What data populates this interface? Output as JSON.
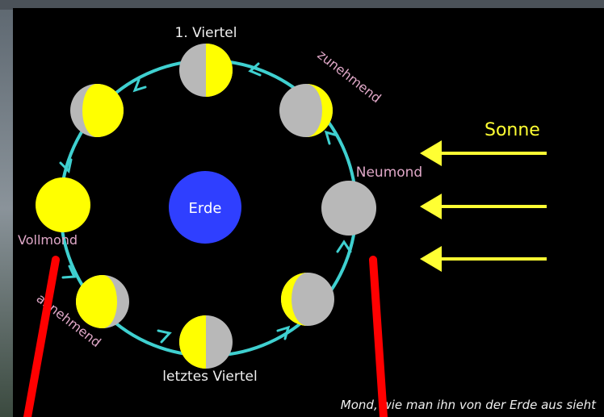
{
  "labels": {
    "first_quarter": "1. Viertel",
    "waxing": "zunehmend",
    "new_moon": "Neumond",
    "full_moon": "Vollmond",
    "waning": "abnehmend",
    "last_quarter": "letztes Viertel",
    "earth": "Erde",
    "sun": "Sonne",
    "caption": "Mond, wie man ihn von der Erde aus sieht"
  },
  "colors": {
    "background": "#000000",
    "orbit": "#3fd0d0",
    "moon_lit": "#ffff00",
    "moon_dark": "#b8b8b8",
    "earth": "#2f3fff",
    "sun_arrows": "#ffff33",
    "label_pink": "#e0a8c8",
    "label_white": "#f0f0f0",
    "annotation_red": "#ff0000"
  },
  "moon_phases": [
    {
      "name": "new-moon",
      "lit_fraction": 0.0
    },
    {
      "name": "waxing-crescent",
      "lit_fraction": 0.25
    },
    {
      "name": "first-quarter",
      "lit_fraction": 0.5
    },
    {
      "name": "waxing-gibbous",
      "lit_fraction": 0.75
    },
    {
      "name": "full-moon",
      "lit_fraction": 1.0
    },
    {
      "name": "waning-gibbous",
      "lit_fraction": 0.75
    },
    {
      "name": "last-quarter",
      "lit_fraction": 0.5
    },
    {
      "name": "waning-crescent",
      "lit_fraction": 0.25
    }
  ]
}
